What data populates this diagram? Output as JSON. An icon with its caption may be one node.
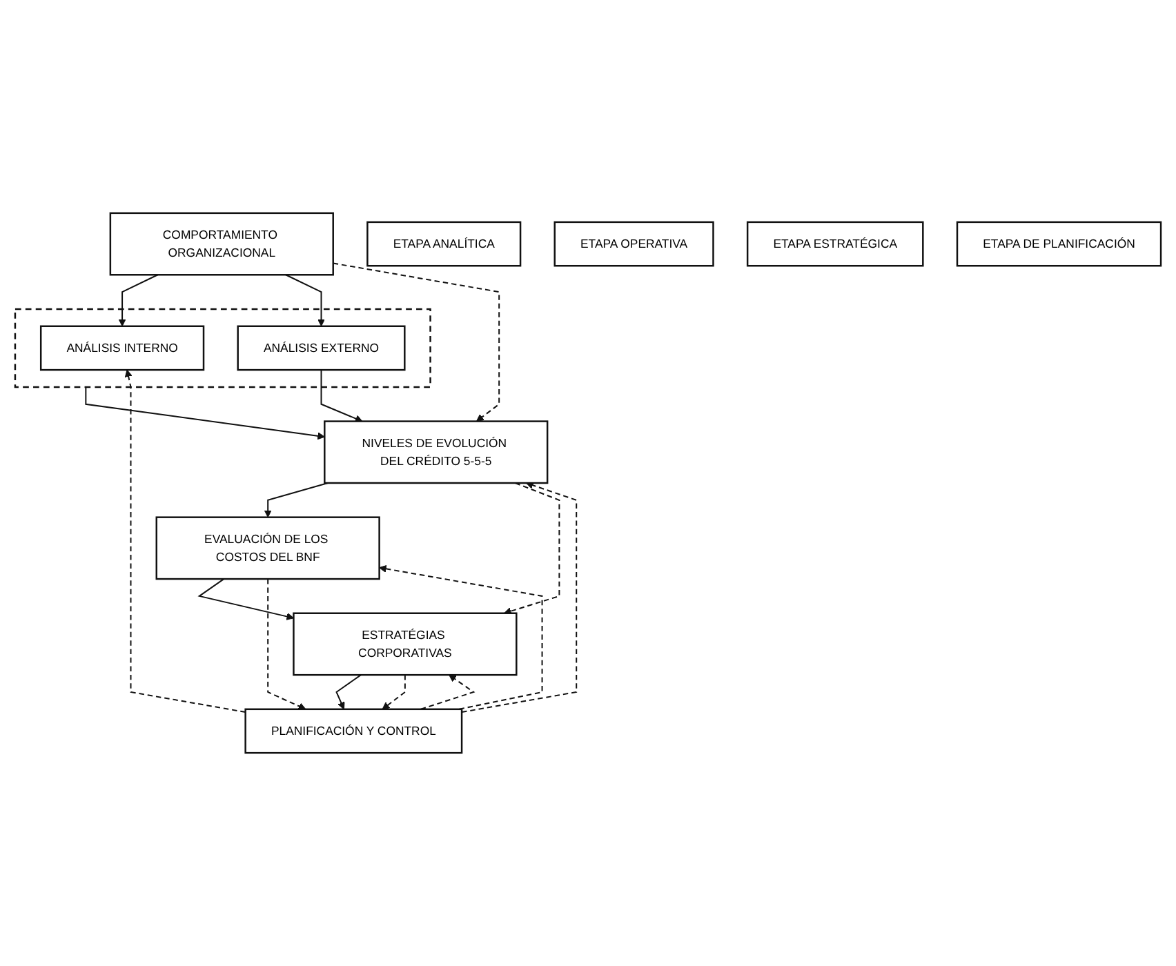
{
  "diagram": {
    "nodes": [
      {
        "text": [
          "COMPORTAMIENTO ORGANIZACIONAL"
        ]
      },
      {
        "text": [],
        "shape": "box"
      },
      {
        "text": [
          "ANÁLISIS INTERNO"
        ],
        "in": 1
      },
      {
        "text": [
          "ANÁLISIS EXTERNO"
        ],
        "in": 1
      },
      {
        "text": [
          "NIVELES DE EVOLUCIÓN DEL CRÉDITO 5-5-5"
        ]
      },
      {
        "text": [
          "EVALUACIÓN DE LOS COSTOS DEL BNF"
        ]
      },
      {
        "text": [
          "ESTRATÉGIAS CORPORATIVAS"
        ]
      },
      {
        "text": [
          "PLANIFICACIÓN Y CONTROL"
        ]
      },
      {
        "text": [
          "ETAPA ANALÍTICA"
        ]
      },
      {
        "text": [
          "ETAPA OPERATIVA"
        ]
      },
      {
        "text": [
          "ETAPA ESTRATÉGICA"
        ]
      },
      {
        "text": [
          "ETAPA DE PLANIFICACIÓN"
        ]
      }
    ],
    "edges": [
      {
        "from": 0,
        "to": 2,
        "arrow": "to"
      },
      {
        "from": 0,
        "to": 3,
        "arrow": "to"
      },
      {
        "from": 1,
        "to": 4,
        "arrow": "to"
      },
      {
        "from": 3,
        "to": 4,
        "arrow": "to"
      },
      {
        "from": 4,
        "to": 5,
        "arrow": "to"
      },
      {
        "from": 5,
        "to": 6,
        "arrow": "to"
      },
      {
        "from": 6,
        "to": 7,
        "arrow": "to"
      },
      {
        "from": 7,
        "to": 2,
        "arrow": "to",
        "style": "dashed"
      },
      {
        "from": 7,
        "to": 4,
        "arrow": "to",
        "style": "dashed"
      },
      {
        "from": 7,
        "to": 5,
        "arrow": "to",
        "style": "dashed"
      },
      {
        "from": 7,
        "to": 6,
        "arrow": "to",
        "style": "dashed"
      },
      {
        "from": 0,
        "to": 4,
        "arrow": "to",
        "style": "dashed"
      },
      {
        "from": 4,
        "to": 6,
        "arrow": "to",
        "style": "dashed"
      },
      {
        "from": 5,
        "to": 7,
        "arrow": "to",
        "style": "dashed"
      },
      {
        "from": 6,
        "to": 7,
        "arrow": "to",
        "style": "dashed"
      }
    ]
  }
}
